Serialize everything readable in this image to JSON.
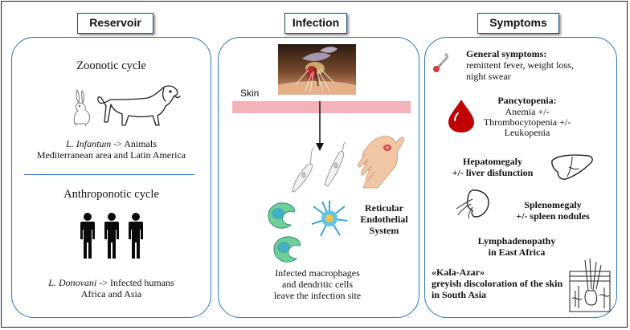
{
  "headers": {
    "reservoir": "Reservoir",
    "infection": "Infection",
    "symptoms": "Symptoms"
  },
  "reservoir": {
    "zoonotic": {
      "title": "Zoonotic cycle",
      "species": "L. Infantum",
      "host_text": " -> Animals",
      "region": "Mediterranean area and Latin America"
    },
    "anthroponotic": {
      "title": "Anthroponotic cycle",
      "species": "L. Donovani",
      "host_text": " -> Infected humans",
      "region": "Africa and Asia"
    }
  },
  "infection": {
    "skin_label": "Skin",
    "res_line1": "Reticular",
    "res_line2": "Endothelial",
    "res_line3": "System",
    "caption_line1": "Infected macrophages",
    "caption_line2": "and dendritic cells",
    "caption_line3": "leave the infection site"
  },
  "symptoms": {
    "general": {
      "title": "General symptoms:",
      "line1": "remittent fever, weight loss,",
      "line2": "night swear"
    },
    "pancytopenia": {
      "title": "Pancytopenia:",
      "line1": "Anemia +/-",
      "line2": "Thrombocytopenia +/-",
      "line3": "Leukopenia"
    },
    "hepatomegaly": {
      "line1": "Hepatomegaly",
      "line2": "+/- liver disfunction"
    },
    "splenomegaly": {
      "line1": "Splenomegaly",
      "line2": "+/- spleen nodules"
    },
    "lymphadenopathy": {
      "line1": "Lymphadenopathy",
      "line2": "in East Africa"
    },
    "kala_azar": {
      "line1": "«Kala-Azar»",
      "line2": "greyish discoloration of the skin",
      "line3": "in South Asia"
    }
  },
  "colors": {
    "panel_border": "#2e75b6",
    "header_border": "#1f4e79",
    "skin_band": "#f4b3b8",
    "blood": "#c00000"
  }
}
